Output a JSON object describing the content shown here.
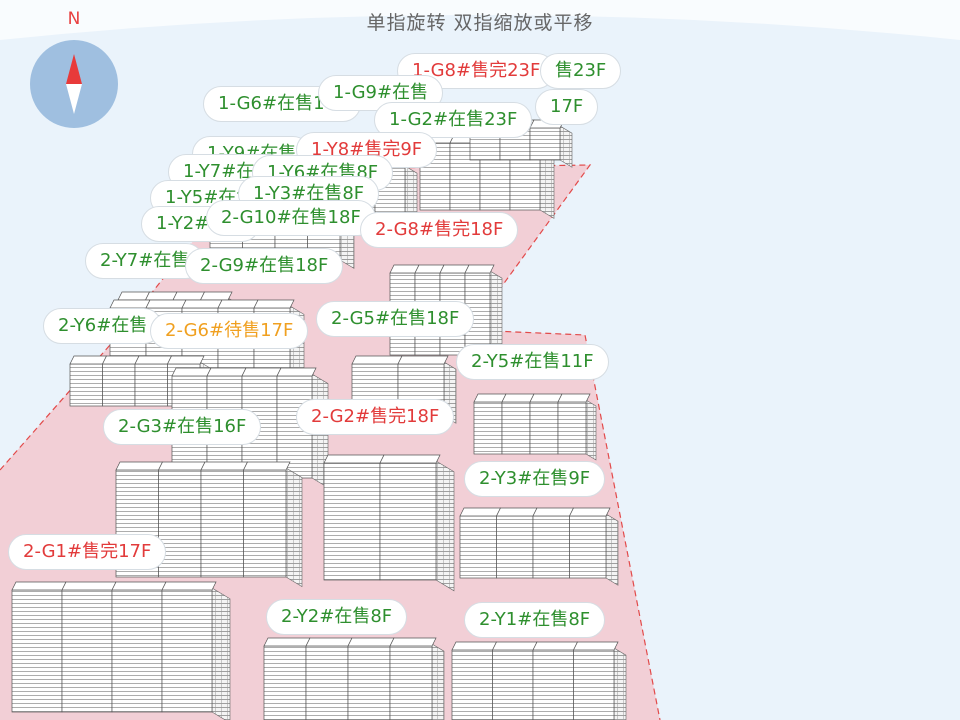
{
  "hint": "单指旋转 双指缩放或平移",
  "compass": {
    "north_label": "N"
  },
  "colors": {
    "on_sale": "#2e8f2e",
    "sold_out": "#e23b3b",
    "pending": "#f0a020",
    "site": "#f2cfd6",
    "boundary": "#e24a4a"
  },
  "building_tags": [
    {
      "id": "b-1g8",
      "text": "1-G8#售完23F",
      "status": "sold_out"
    },
    {
      "id": "b-1g-23f-partial",
      "text": "售23F",
      "status": "on_sale"
    },
    {
      "id": "b-1g-17f-partial",
      "text": "17F",
      "status": "on_sale"
    },
    {
      "id": "b-1g6",
      "text": "1-G6#在售17F",
      "status": "on_sale"
    },
    {
      "id": "b-1g9",
      "text": "1-G9#在售",
      "status": "on_sale"
    },
    {
      "id": "b-1g2",
      "text": "1-G2#在售23F",
      "status": "on_sale"
    },
    {
      "id": "b-1y9",
      "text": "1-Y9#在售",
      "status": "on_sale"
    },
    {
      "id": "b-1y8",
      "text": "1-Y8#售完9F",
      "status": "sold_out"
    },
    {
      "id": "b-1y7",
      "text": "1-Y7#在售",
      "status": "on_sale"
    },
    {
      "id": "b-1y6",
      "text": "1-Y6#在售8F",
      "status": "on_sale"
    },
    {
      "id": "b-1y5",
      "text": "1-Y5#在售",
      "status": "on_sale"
    },
    {
      "id": "b-1y3",
      "text": "1-Y3#在售8F",
      "status": "on_sale"
    },
    {
      "id": "b-1y2",
      "text": "1-Y2#在售",
      "status": "on_sale"
    },
    {
      "id": "b-2g10",
      "text": "2-G10#在售18F",
      "status": "on_sale"
    },
    {
      "id": "b-2g8",
      "text": "2-G8#售完18F",
      "status": "sold_out"
    },
    {
      "id": "b-2y7",
      "text": "2-Y7#在售",
      "status": "on_sale"
    },
    {
      "id": "b-2g9",
      "text": "2-G9#在售18F",
      "status": "on_sale"
    },
    {
      "id": "b-2y6",
      "text": "2-Y6#在售",
      "status": "on_sale"
    },
    {
      "id": "b-2g6",
      "text": "2-G6#待售17F",
      "status": "pending"
    },
    {
      "id": "b-2g5",
      "text": "2-G5#在售18F",
      "status": "on_sale"
    },
    {
      "id": "b-2y5",
      "text": "2-Y5#在售11F",
      "status": "on_sale"
    },
    {
      "id": "b-2g3",
      "text": "2-G3#在售16F",
      "status": "on_sale"
    },
    {
      "id": "b-2g2",
      "text": "2-G2#售完18F",
      "status": "sold_out"
    },
    {
      "id": "b-2y3",
      "text": "2-Y3#在售9F",
      "status": "on_sale"
    },
    {
      "id": "b-2g1",
      "text": "2-G1#售完17F",
      "status": "sold_out"
    },
    {
      "id": "b-2y2",
      "text": "2-Y2#在售8F",
      "status": "on_sale"
    },
    {
      "id": "b-2y1",
      "text": "2-Y1#在售8F",
      "status": "on_sale"
    }
  ]
}
